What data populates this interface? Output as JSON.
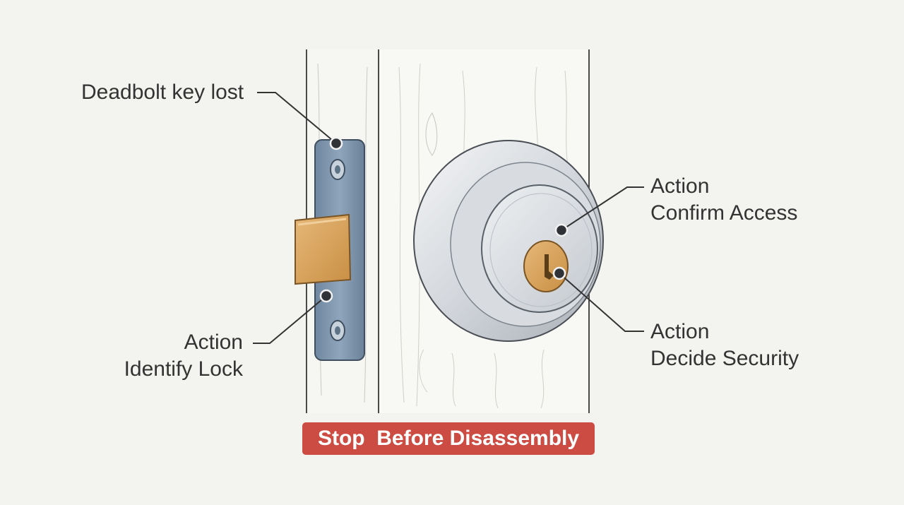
{
  "callouts": {
    "top_left": {
      "text": "Deadbolt key lost"
    },
    "bottom_left": {
      "line1": "Action",
      "line2": "Identify Lock"
    },
    "top_right": {
      "line1": "Action",
      "line2": "Confirm Access"
    },
    "bottom_right": {
      "line1": "Action",
      "line2": "Decide Security"
    }
  },
  "banner": {
    "text": "Stop  Before Disassembly"
  },
  "colors": {
    "background": "#f3f3ef",
    "banner": "#cc4b42",
    "latch_brass": "#d9a45c",
    "faceplate": "#7f96ad",
    "cylinder_brass": "#d8a159",
    "deadbolt_steel": "#cfd3d8",
    "leader_line": "#333333"
  }
}
